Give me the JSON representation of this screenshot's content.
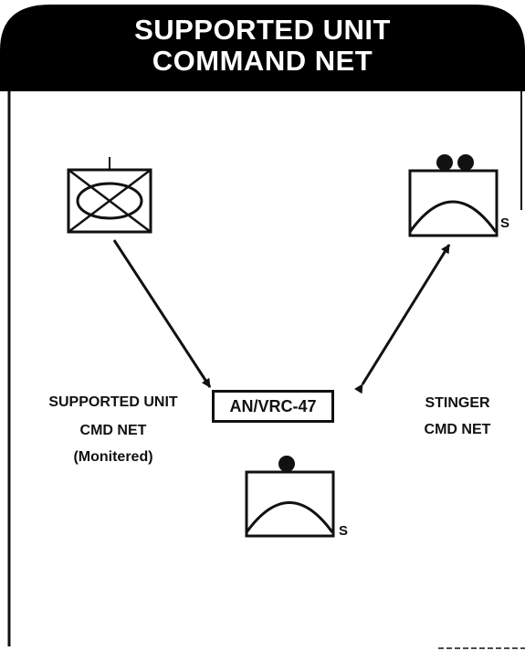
{
  "title": {
    "line1": "SUPPORTED UNIT",
    "line2": "COMMAND NET"
  },
  "radio": {
    "label": "AN/VRC-47"
  },
  "left_net": {
    "line1": "SUPPORTED UNIT",
    "line2": "CMD NET",
    "line3": "(Monitered)"
  },
  "right_net": {
    "line1": "STINGER",
    "line2": "CMD NET"
  },
  "symbols": {
    "supported_unit": "infantry-battalion-symbol",
    "stinger_section": "air-defense-symbol",
    "stinger_team": "air-defense-symbol",
    "stinger_section_suffix": "S",
    "stinger_team_suffix": "S"
  },
  "colors": {
    "header": "#000000",
    "ink": "#111111",
    "background": "#ffffff"
  }
}
